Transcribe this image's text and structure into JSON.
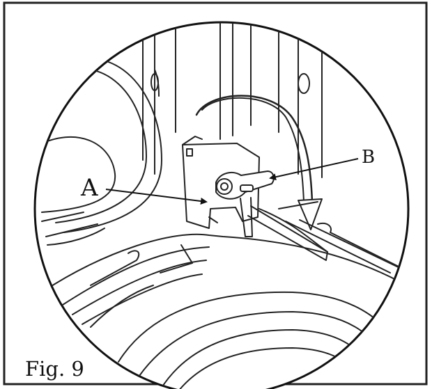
{
  "figure": {
    "caption": "Fig. 9",
    "callouts": {
      "a": "A",
      "b": "B"
    }
  },
  "colors": {
    "ink": "#111111",
    "background": "#ffffff"
  }
}
